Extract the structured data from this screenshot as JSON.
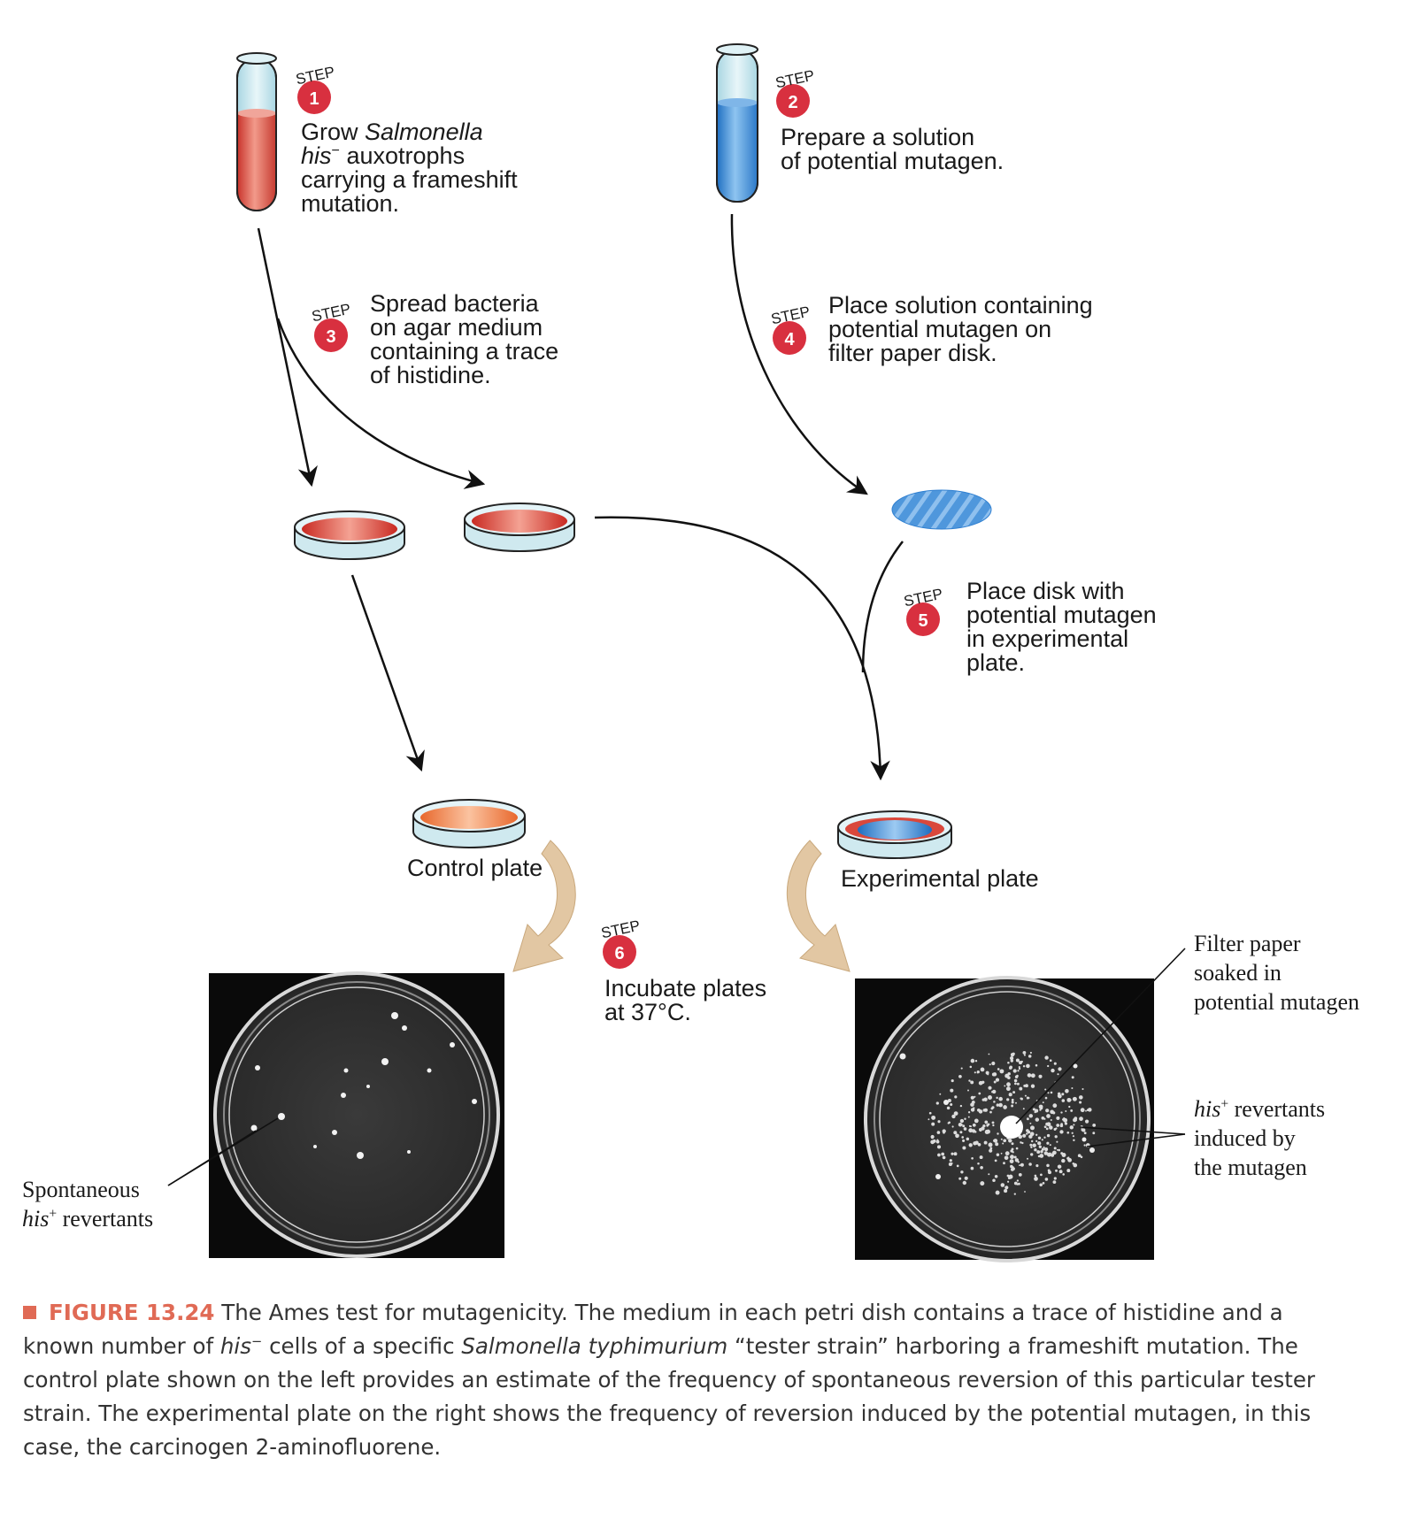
{
  "step_word": "STEP",
  "steps": [
    {
      "num": "1",
      "lines": [
        "Grow ",
        "Salmonella",
        "his",
        "−",
        " auxotrophs",
        "carrying a frameshift",
        "mutation."
      ]
    },
    {
      "num": "2",
      "lines": [
        "Prepare a solution",
        "of potential mutagen."
      ]
    },
    {
      "num": "3",
      "lines": [
        "Spread bacteria",
        "on agar medium",
        "containing a trace",
        "of histidine."
      ]
    },
    {
      "num": "4",
      "lines": [
        "Place solution containing",
        "potential mutagen on",
        "filter paper disk."
      ]
    },
    {
      "num": "5",
      "lines": [
        "Place disk with",
        "potential mutagen",
        "in experimental",
        "plate."
      ]
    },
    {
      "num": "6",
      "lines": [
        "Incubate plates",
        "at 37°C."
      ]
    }
  ],
  "labels": {
    "control_plate": "Control plate",
    "experimental_plate": "Experimental plate",
    "spontaneous_1": "Spontaneous",
    "spontaneous_2_italic": "his",
    "spontaneous_2_sup": "+",
    "spontaneous_2_rest": " revertants",
    "filter_1": "Filter paper",
    "filter_2": "soaked in",
    "filter_3": "potential  mutagen",
    "induced_1_italic": "his",
    "induced_1_sup": "+",
    "induced_1_rest": " revertants",
    "induced_2": "induced by",
    "induced_3": "the mutagen"
  },
  "caption": {
    "title": "FIGURE 13.24",
    "t1": " The Ames test for mutagenicity. The medium in each petri dish contains a trace of histidine and a known number of ",
    "his": "his",
    "minus": "−",
    "t2": " cells of a specific ",
    "species": "Salmonella typhimurium",
    "t3": " “tester strain” harboring a frameshift mutation. The control plate shown on the left provides an estimate of the frequency of spontaneous reversion of this particular tester strain. The experimental plate on the right shows the frequency of reversion induced by the potential mutagen, in this case, the carcinogen 2-aminofluorene."
  },
  "colors": {
    "badge": "#d8303f",
    "red_medium": "#d9483c",
    "blue_medium": "#2f7fd0",
    "orange_medium": "#ec7b40",
    "glass": "#cfe9ef",
    "caption_accent": "#e06a55",
    "curved_arrow": "#e2c7a3"
  }
}
